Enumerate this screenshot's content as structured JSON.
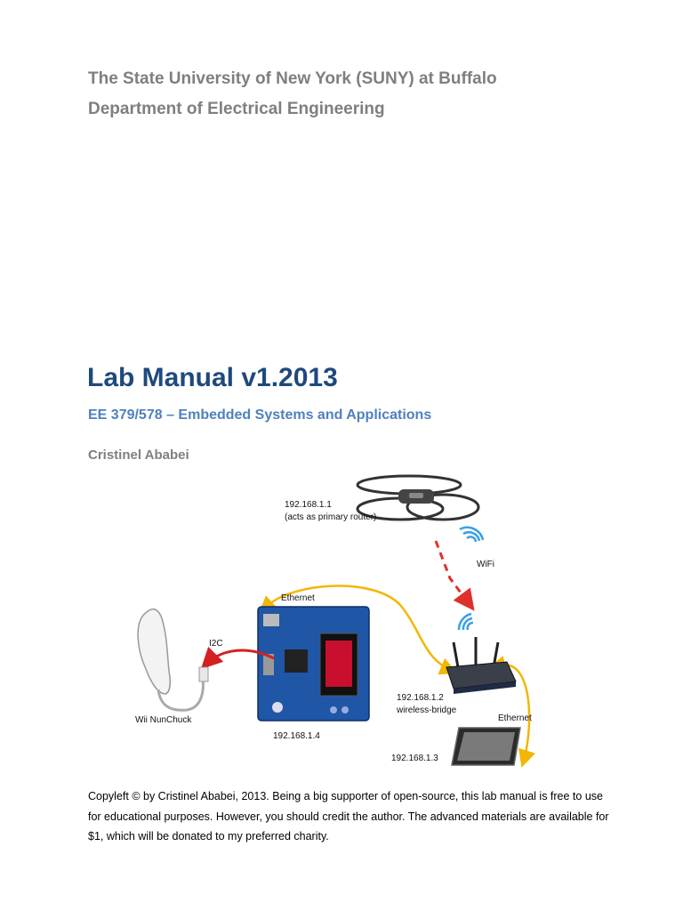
{
  "header": {
    "institution": "The State University of New York (SUNY) at Buffalo",
    "department": "Department of Electrical Engineering"
  },
  "title": "Lab Manual v1.2013",
  "subtitle": "EE 379/578 – Embedded Systems and Applications",
  "author": "Cristinel Ababei",
  "diagram": {
    "drone_ip": "192.168.1.1",
    "drone_note": "(acts as primary router)",
    "wifi_label": "WiFi",
    "ethernet_top_label": "Ethernet",
    "i2c_label": "I2C",
    "nunchuck_label": "Wii NunChuck",
    "board_ip": "192.168.1.4",
    "bridge_ip": "192.168.1.2",
    "bridge_note": "wireless-bridge",
    "ethernet_bottom_label": "Ethernet",
    "laptop_ip": "192.168.1.3"
  },
  "copyleft": "Copyleft © by Cristinel Ababei, 2013. Being a big supporter of open-source, this lab manual is free to use for educational purposes. However, you should credit the author. The advanced materials are available for $1, which will be donated to my preferred charity.",
  "colors": {
    "institution_text": "#7f7f7f",
    "title_text": "#1f497d",
    "subtitle_text": "#4f81bd",
    "wifi_arrow": "#e0302a",
    "ethernet_cable": "#f2b705",
    "i2c_arrow": "#d42020",
    "wifi_icon": "#3aa0e6"
  }
}
